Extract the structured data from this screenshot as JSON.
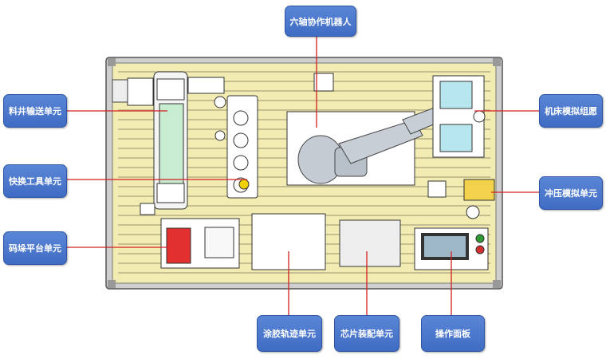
{
  "callouts": {
    "robot": "六轴协作机器人",
    "feeder": "料井输送单元",
    "tool_change": "快换工具单元",
    "stacking": "码垛平台单元",
    "glue": "涂胶轨迹单元",
    "chip": "芯片装配单元",
    "panel": "操作面板",
    "machine_tool": "机床模拟组愿",
    "stamping": "冲压模拟单元"
  },
  "colors": {
    "callout_fill": "#4a78cf",
    "line": "#d42020",
    "table": "#f2ecb2"
  }
}
